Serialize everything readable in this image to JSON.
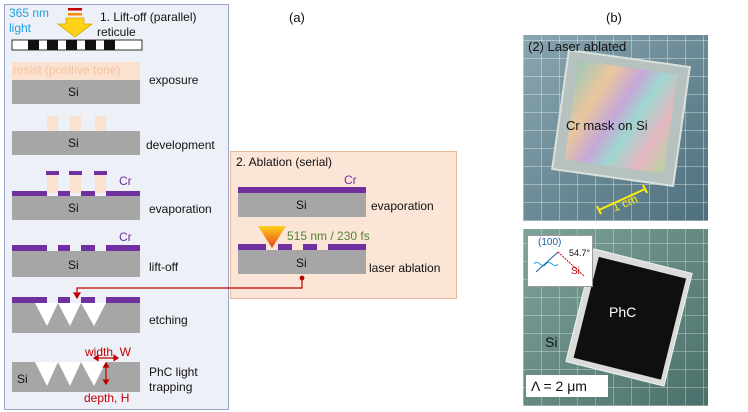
{
  "panel_a": {
    "letter": "(a)",
    "liftoff_title": "1. Lift-off (parallel)",
    "light_label_line1": "365 nm",
    "light_label_line2": "light",
    "reticule_label": "reticule",
    "resist_label": "resist (positive tone)",
    "si": "Si",
    "cr": "Cr",
    "steps": {
      "exposure": "exposure",
      "development": "development",
      "evaporation": "evaporation",
      "liftoff": "lift-off",
      "etching": "etching",
      "trapping_line1": "PhC light",
      "trapping_line2": "trapping"
    },
    "width_label": "width, W",
    "depth_label": "depth, H",
    "ablation_title": "2. Ablation (serial)",
    "ablation_evaporation": "evaporation",
    "laser_ablation": "laser ablation",
    "laser_label": "515 nm / 230 fs"
  },
  "panel_b": {
    "letter": "(b)",
    "photo_top_caption": "(2) Laser ablated",
    "mask_label": "Cr mask on Si",
    "scale_label": "1 cm",
    "inset_100": "(100)",
    "inset_angle": "54.7°",
    "inset_si": "Si",
    "phc_label": "PhC",
    "si_label": "Si",
    "period_label": "Λ = 2 μm"
  },
  "colors": {
    "si_gray": "#a6a6a6",
    "chromium": "#7030a0",
    "resist": "#fbe2d0",
    "light_blue": "#1ea0e0",
    "dark_red": "#c00000",
    "ablation_bg": "#fbe5d6",
    "liftoff_bg": "#eef0f8",
    "laser_green": "#548235"
  }
}
